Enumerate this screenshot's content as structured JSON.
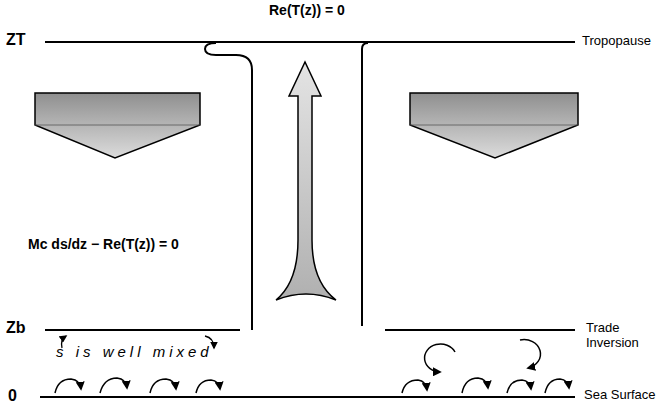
{
  "diagram": {
    "labels": [
      "Re(T(z)) = 0",
      "ZT",
      "Tropopause",
      "Mc ds/dz − Re(T(z)) = 0",
      "Zb",
      "Trade Inversion",
      "s is well mixed",
      "0",
      "Sea Surface"
    ]
  }
}
